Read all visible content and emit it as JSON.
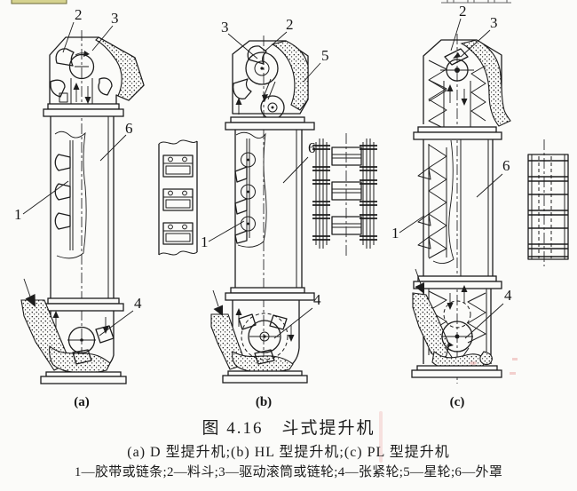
{
  "colors": {
    "ink": "#1d1d1d",
    "paper": "#fbfbf9",
    "highlight_fragment": "#d5d28f",
    "scan_artifact_pink": "#e89a9a"
  },
  "caption": {
    "title": "图 4.16　斗式提升机",
    "subtitle": "(a) D 型提升机;(b) HL 型提升机;(c) PL 型提升机",
    "legend": "1—胶带或链条;2—料斗;3—驱动滚筒或链轮;4—张紧轮;5—星轮;6—外罩"
  },
  "diagram_a": {
    "sublabel": "(a)",
    "callout_1": "1",
    "callout_2": "2",
    "callout_3": "3",
    "callout_4": "4",
    "callout_6": "6"
  },
  "diagram_b": {
    "sublabel": "(b)",
    "callout_1": "1",
    "callout_2": "2",
    "callout_3": "3",
    "callout_4": "4",
    "callout_5": "5",
    "callout_6": "6"
  },
  "diagram_c": {
    "sublabel": "(c)",
    "callout_1": "1",
    "callout_2": "2",
    "callout_3": "3",
    "callout_4": "4",
    "callout_6": "6"
  }
}
